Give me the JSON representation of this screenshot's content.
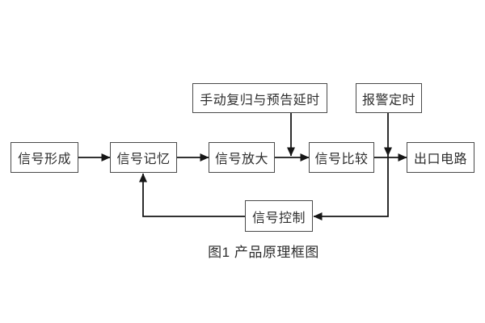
{
  "diagram": {
    "caption": "图1 产品原理框图",
    "nodes": {
      "signal_formation": "信号形成",
      "signal_memory": "信号记忆",
      "signal_amplify": "信号放大",
      "signal_compare": "信号比较",
      "output_circuit": "出口电路",
      "manual_reset": "手动复归与预告延时",
      "alarm_timer": "报警定时",
      "signal_control": "信号控制"
    },
    "colors": {
      "background": "#ffffff",
      "box_border": "#4a4a4a",
      "box_fill": "#ffffff",
      "text": "#2e2e2e",
      "arrow": "#161616"
    }
  }
}
